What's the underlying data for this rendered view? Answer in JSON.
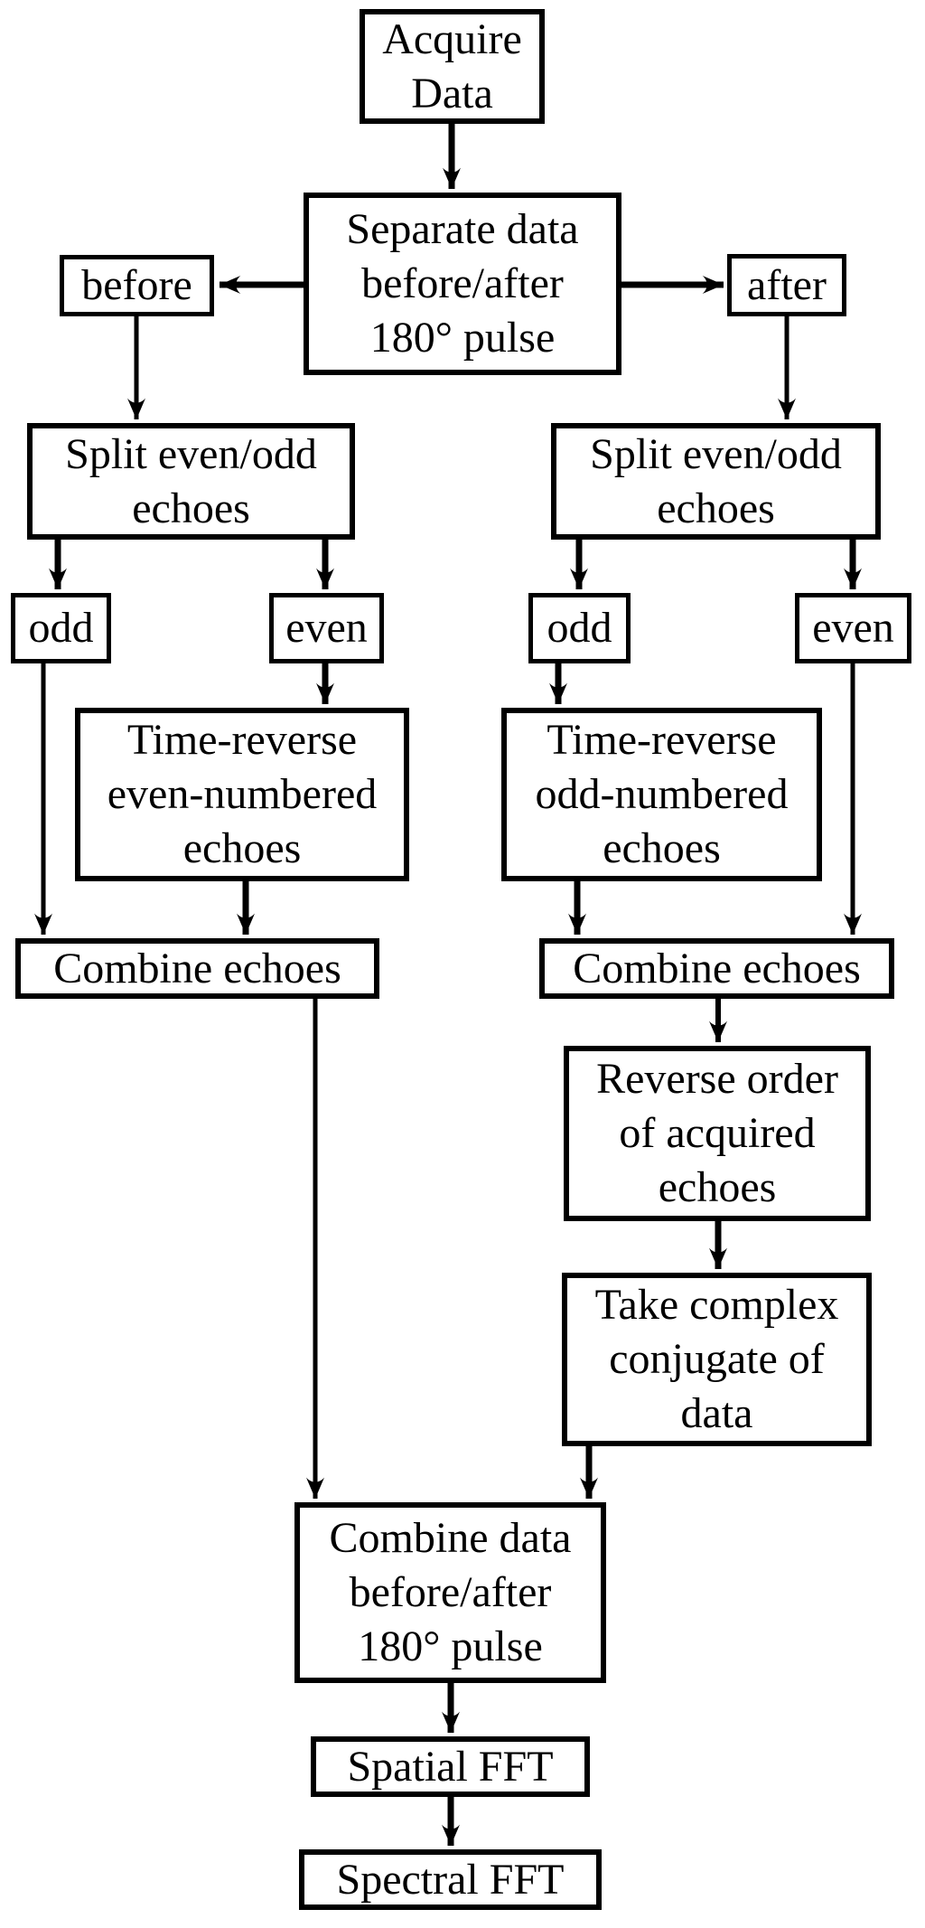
{
  "colors": {
    "stroke": "#000000",
    "background": "#ffffff",
    "text": "#000000"
  },
  "diagram": {
    "type": "flowchart",
    "nodes": {
      "acquire": {
        "label": "Acquire\nData"
      },
      "separate": {
        "label": "Separate data\nbefore/after\n180° pulse"
      },
      "before": {
        "label": "before"
      },
      "after": {
        "label": "after"
      },
      "split_left": {
        "label": "Split even/odd\nechoes"
      },
      "split_right": {
        "label": "Split even/odd\nechoes"
      },
      "odd_left": {
        "label": "odd"
      },
      "even_left": {
        "label": "even"
      },
      "odd_right": {
        "label": "odd"
      },
      "even_right": {
        "label": "even"
      },
      "time_reverse_left": {
        "label": "Time-reverse\neven-numbered\nechoes"
      },
      "time_reverse_right": {
        "label": "Time-reverse\nodd-numbered\nechoes"
      },
      "combine_left": {
        "label": "Combine echoes"
      },
      "combine_right": {
        "label": "Combine echoes"
      },
      "reverse_order": {
        "label": "Reverse order\nof acquired\nechoes"
      },
      "conjugate": {
        "label": "Take complex\nconjugate of\ndata"
      },
      "combine_data": {
        "label": "Combine data\nbefore/after\n180° pulse"
      },
      "spatial_fft": {
        "label": "Spatial FFT"
      },
      "spectral_fft": {
        "label": "Spectral FFT"
      }
    },
    "edges": [
      {
        "from": "acquire",
        "to": "separate"
      },
      {
        "from": "separate",
        "to": "before"
      },
      {
        "from": "separate",
        "to": "after"
      },
      {
        "from": "before",
        "to": "split_left"
      },
      {
        "from": "after",
        "to": "split_right"
      },
      {
        "from": "split_left",
        "to": "odd_left"
      },
      {
        "from": "split_left",
        "to": "even_left"
      },
      {
        "from": "split_right",
        "to": "odd_right"
      },
      {
        "from": "split_right",
        "to": "even_right"
      },
      {
        "from": "even_left",
        "to": "time_reverse_left"
      },
      {
        "from": "odd_left",
        "to": "combine_left"
      },
      {
        "from": "time_reverse_left",
        "to": "combine_left"
      },
      {
        "from": "odd_right",
        "to": "time_reverse_right"
      },
      {
        "from": "time_reverse_right",
        "to": "combine_right"
      },
      {
        "from": "even_right",
        "to": "combine_right"
      },
      {
        "from": "combine_right",
        "to": "reverse_order"
      },
      {
        "from": "reverse_order",
        "to": "conjugate"
      },
      {
        "from": "conjugate",
        "to": "combine_data"
      },
      {
        "from": "combine_left",
        "to": "combine_data"
      },
      {
        "from": "combine_data",
        "to": "spatial_fft"
      },
      {
        "from": "spatial_fft",
        "to": "spectral_fft"
      }
    ]
  }
}
